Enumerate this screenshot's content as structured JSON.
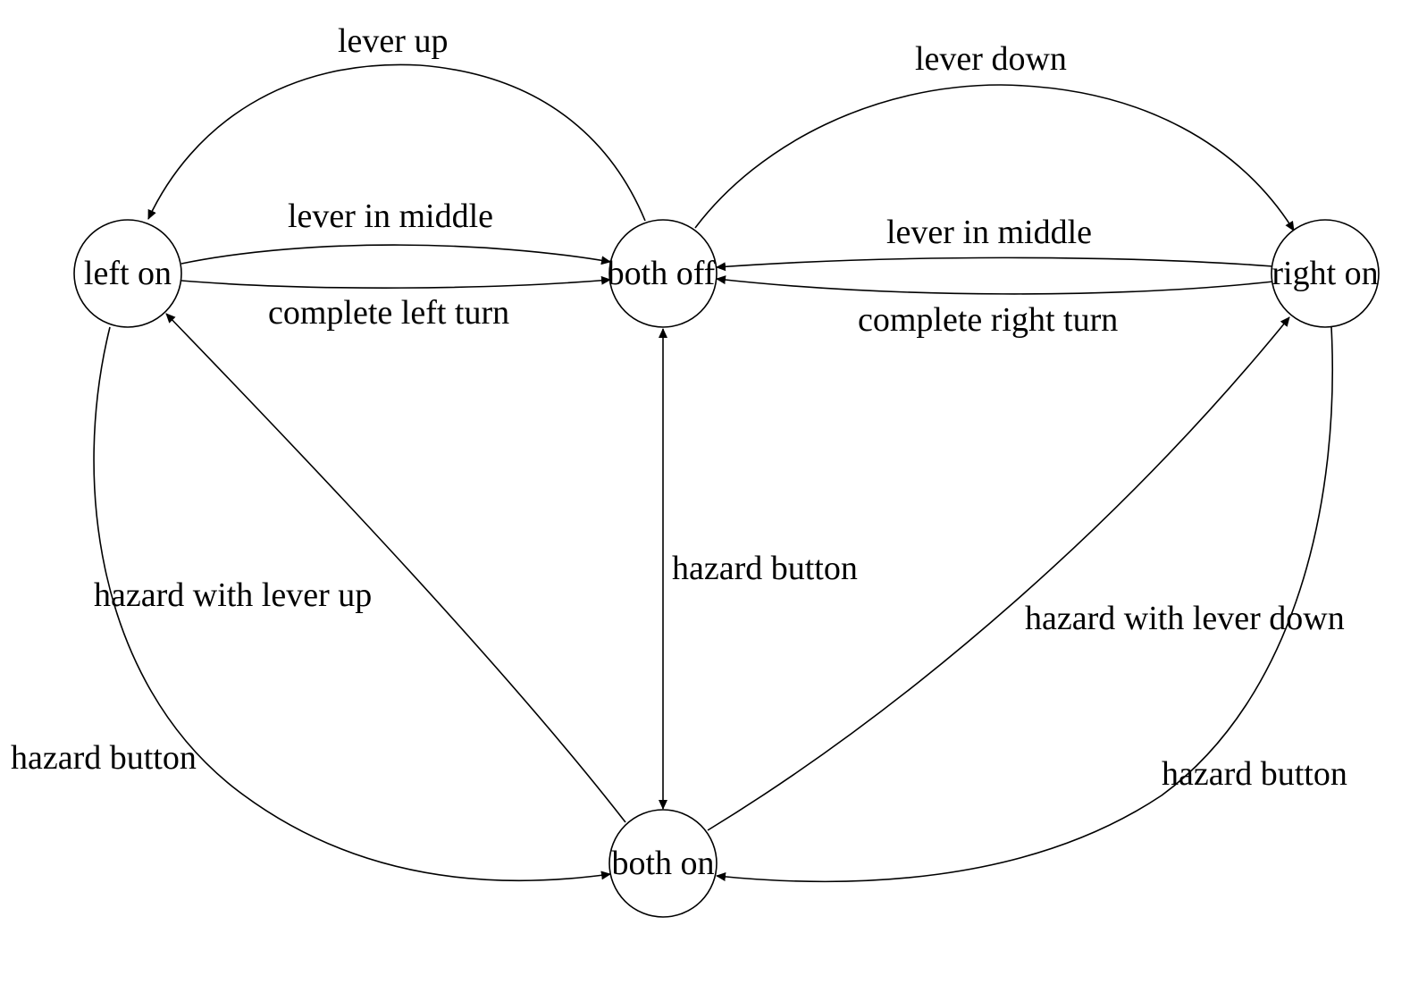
{
  "nodes": {
    "left_on": "left on",
    "both_off": "both off",
    "right_on": "right on",
    "both_on": "both on"
  },
  "edges": {
    "left_to_off_middle": "lever in middle",
    "left_to_off_complete": "complete left turn",
    "off_to_left": "lever up",
    "off_to_right": "lever down",
    "right_to_off_middle": "lever in middle",
    "right_to_off_complete": "complete right turn",
    "off_on_hazard": "hazard button",
    "both_on_to_left": "hazard with lever up",
    "left_to_both_on": "hazard button",
    "both_on_to_right": "hazard with lever down",
    "right_to_both_on": "hazard button"
  }
}
